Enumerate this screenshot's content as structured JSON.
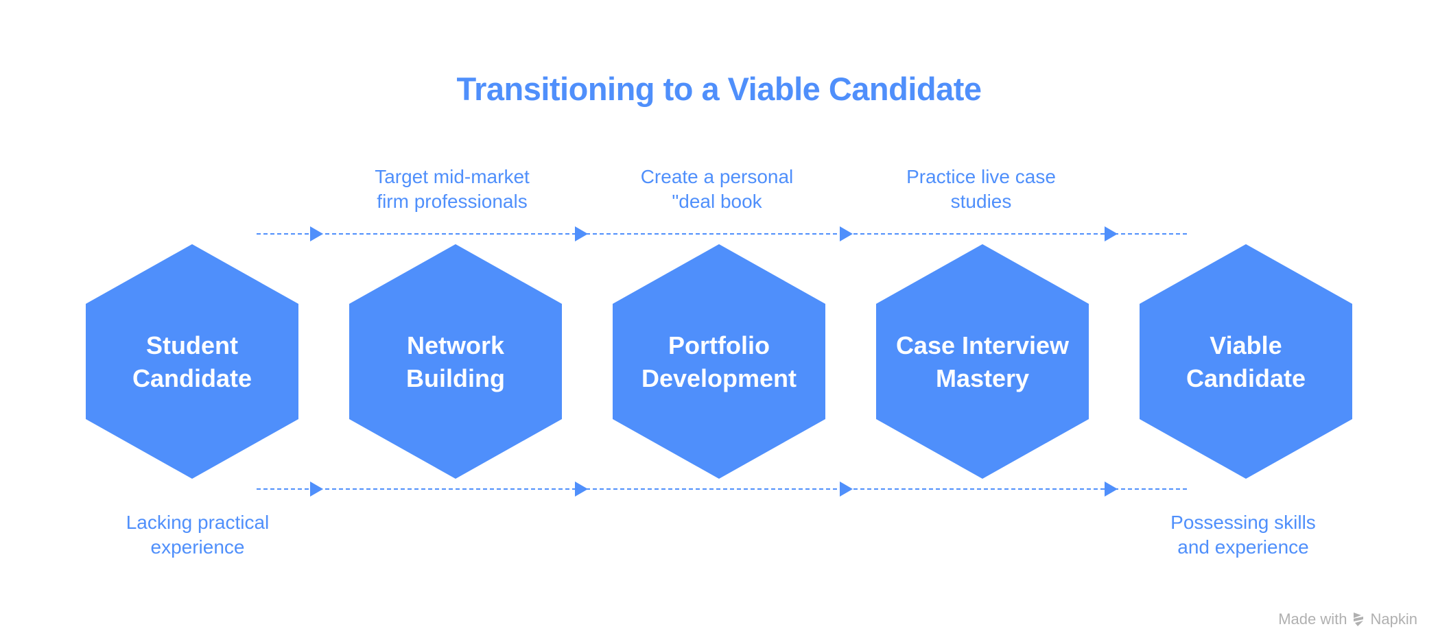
{
  "title": "Transitioning to a Viable Candidate",
  "accent_color": "#4f8ffb",
  "stages": [
    {
      "label_line1": "Student",
      "label_line2": "Candidate"
    },
    {
      "label_line1": "Network",
      "label_line2": "Building"
    },
    {
      "label_line1": "Portfolio",
      "label_line2": "Development"
    },
    {
      "label_line1": "Case Interview",
      "label_line2": "Mastery"
    },
    {
      "label_line1": "Viable",
      "label_line2": "Candidate"
    }
  ],
  "top_annotations": [
    {
      "line1": "Target mid-market",
      "line2": "firm professionals"
    },
    {
      "line1": "Create a personal",
      "line2": "\"deal book"
    },
    {
      "line1": "Practice live case",
      "line2": "studies"
    }
  ],
  "bottom_annotations": {
    "start": {
      "line1": "Lacking practical",
      "line2": "experience"
    },
    "end": {
      "line1": "Possessing skills",
      "line2": "and experience"
    }
  },
  "footer": {
    "made_with": "Made with",
    "brand": "Napkin",
    "logo_icon": "napkin-logo-icon"
  }
}
